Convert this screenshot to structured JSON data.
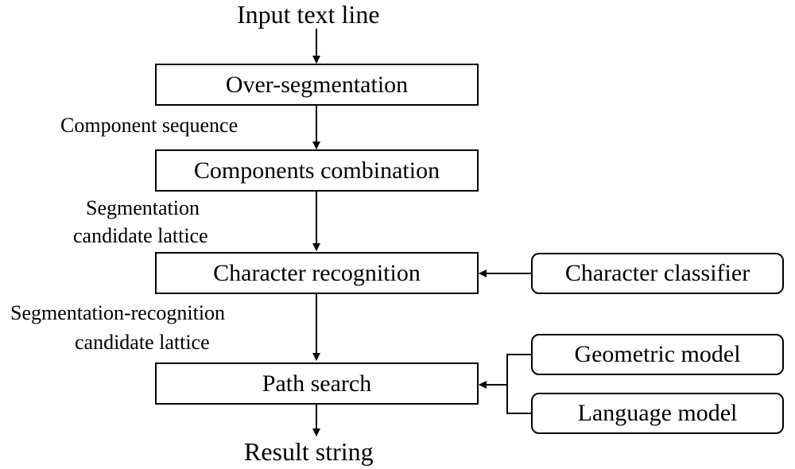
{
  "input_label": "Input text line",
  "output_label": "Result string",
  "steps": {
    "oversegmentation": "Over-segmentation",
    "combination": "Components combination",
    "recognition": "Character recognition",
    "path_search": "Path search"
  },
  "models": {
    "classifier": "Character classifier",
    "geometric": "Geometric model",
    "language": "Language model"
  },
  "edges": {
    "component_sequence": "Component sequence",
    "seg_lattice_line1": "Segmentation",
    "seg_lattice_line2": "candidate lattice",
    "segrec_lattice_line1": "Segmentation-recognition",
    "segrec_lattice_line2": "candidate lattice"
  }
}
